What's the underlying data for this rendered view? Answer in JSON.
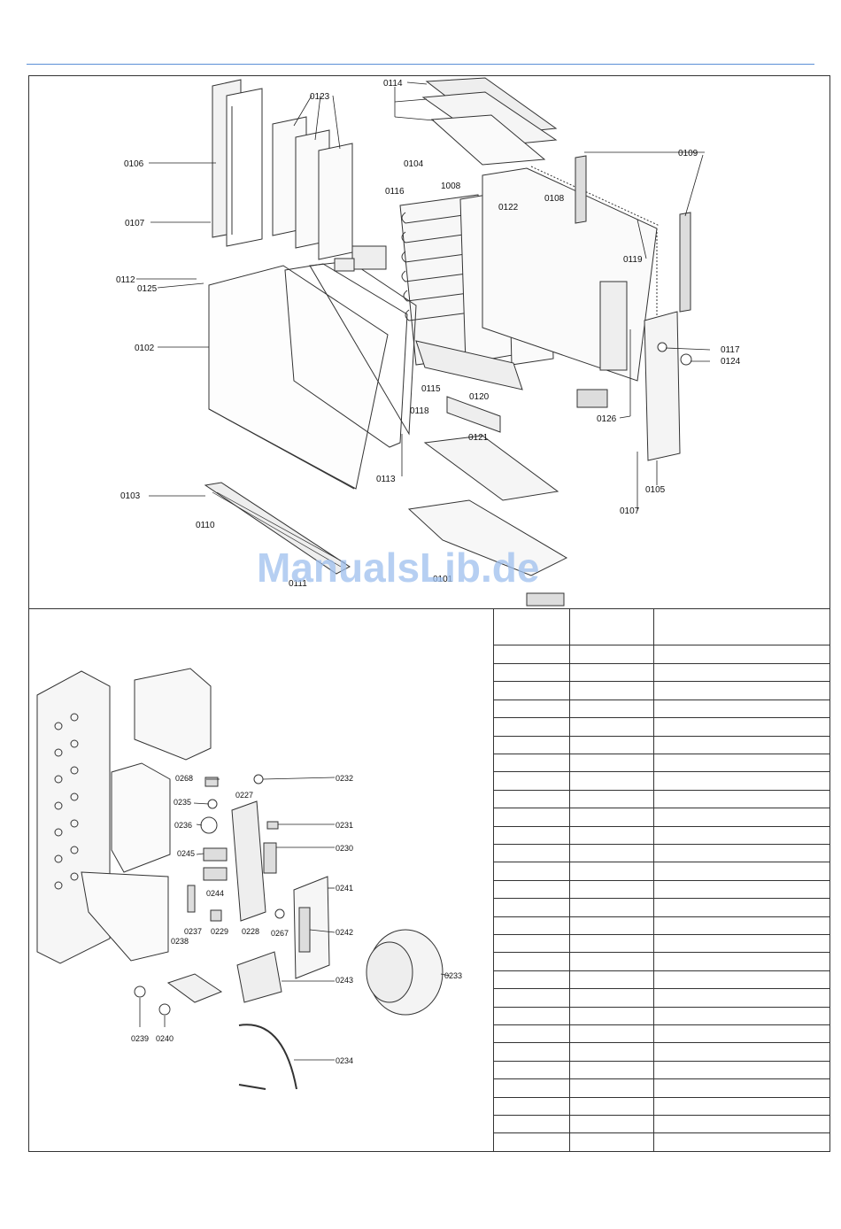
{
  "watermark": "ManualsLib.de",
  "main_diagram": {
    "labels": [
      "0114",
      "0123",
      "0106",
      "0104",
      "1008",
      "0109",
      "0116",
      "0108",
      "0122",
      "0107",
      "0119",
      "0112",
      "0125",
      "0102",
      "0117",
      "0124",
      "0115",
      "0120",
      "0118",
      "0126",
      "0121",
      "0113",
      "0105",
      "0103",
      "0107",
      "0110",
      "0111",
      "0101"
    ]
  },
  "sub_diagram": {
    "labels": [
      "0268",
      "0232",
      "0227",
      "0235",
      "0231",
      "0236",
      "0230",
      "0245",
      "0244",
      "0241",
      "0237",
      "0229",
      "0228",
      "0267",
      "0242",
      "0238",
      "0243",
      "0233",
      "0239",
      "0240",
      "0234"
    ]
  },
  "parts_table": {
    "row_count": 29,
    "columns": 3
  }
}
